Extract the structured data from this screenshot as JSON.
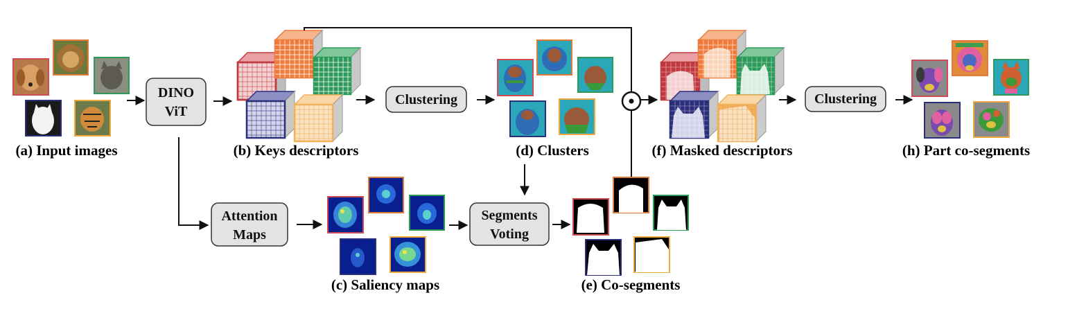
{
  "blocks": {
    "dino": {
      "line1": "DINO",
      "line2": "ViT"
    },
    "clustering_1": "Clustering",
    "clustering_2": "Clustering",
    "attention": {
      "line1": "Attention",
      "line2": "Maps"
    },
    "voting": {
      "line1": "Segments",
      "line2": "Voting"
    },
    "product_symbol": "⊙"
  },
  "captions": {
    "input_images": "(a) Input images",
    "keys_descriptors": "(b) Keys descriptors",
    "saliency_maps": "(c) Saliency maps",
    "clusters": "(d) Clusters",
    "co_segments": "(e) Co-segments",
    "masked_descriptors": "(f) Masked descriptors",
    "part_co_segments": "(h) Part co-segments"
  },
  "images": [
    {
      "subject": "dog",
      "border": "#cc4b57"
    },
    {
      "subject": "lion",
      "border": "#e07a3a"
    },
    {
      "subject": "cat",
      "border": "#2e9a5a"
    },
    {
      "subject": "wolf",
      "border": "#2b2f7a"
    },
    {
      "subject": "tiger",
      "border": "#f0a93a"
    }
  ],
  "colors": {
    "box_fill": "#e3e3e3",
    "box_stroke": "#333333",
    "cube_red": "#c0393f",
    "cube_orange": "#f07a3a",
    "cube_green": "#2e9a5a",
    "cube_navy": "#2b2f7a",
    "cube_yellow": "#f3b05a",
    "cluster_teal": "#2aa7b8",
    "cluster_blue": "#2e6db5",
    "cluster_green": "#3a9a3a",
    "cluster_brown": "#9a5a3a"
  }
}
